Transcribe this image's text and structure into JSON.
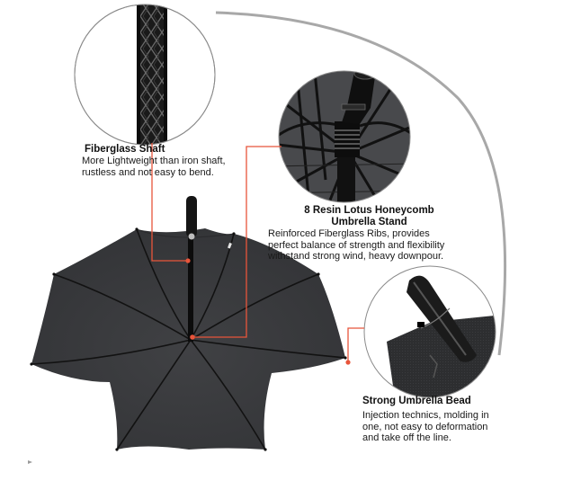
{
  "colors": {
    "accent": "#e8553b",
    "canopy": "#3a3b3d",
    "canopy_dark": "#2a2b2d",
    "rib": "#141414",
    "arc": "#a8a8a8",
    "circle_outline": "#8a8a8a"
  },
  "callouts": [
    {
      "id": "fiberglass-shaft",
      "title": "Fiberglass Shaft",
      "description_lines": [
        "More Lightweight than iron shaft,",
        "rustless and not easy to bend."
      ]
    },
    {
      "id": "honeycomb-stand",
      "title_lines": [
        "8 Resin Lotus Honeycomb",
        "Umbrella Stand"
      ],
      "description_lines": [
        "Reinforced Fiberglass Ribs, provides",
        "perfect balance of strength and flexibility",
        "withstand strong wind, heavy downpour."
      ]
    },
    {
      "id": "umbrella-bead",
      "title": "Strong Umbrella Bead",
      "description_lines": [
        "Injection technics, molding in",
        "one, not easy to deformation",
        "and take off the line."
      ]
    }
  ],
  "images": {
    "main": "open-black-umbrella-underside",
    "detail_1": "fiberglass-shaft-closeup",
    "detail_2": "rib-stand-closeup",
    "detail_3": "umbrella-bead-closeup"
  }
}
